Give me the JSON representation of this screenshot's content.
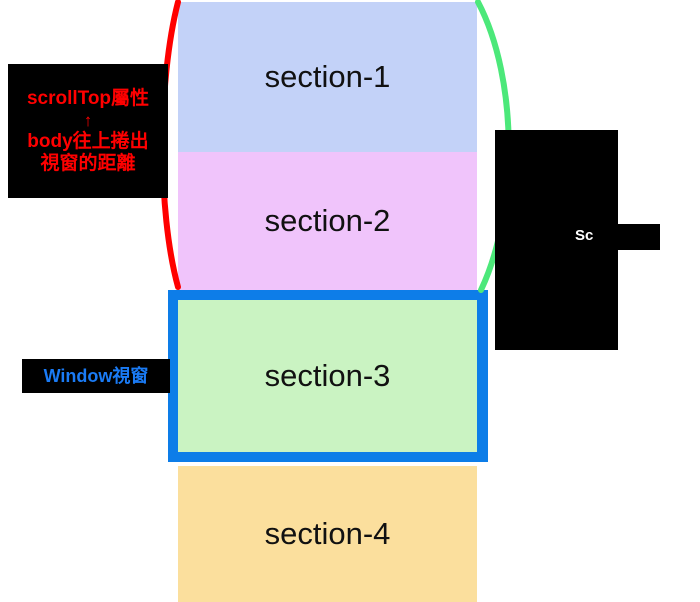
{
  "diagram": {
    "title": "scrollTop / Window viewport illustration",
    "sections": [
      {
        "id": "section-1",
        "label": "section-1",
        "color": "#c3d2f8"
      },
      {
        "id": "section-2",
        "label": "section-2",
        "color": "#f0c4fb"
      },
      {
        "id": "section-3",
        "label": "section-3",
        "color": "#caf3c2",
        "border_color": "#0d7de8"
      },
      {
        "id": "section-4",
        "label": "section-4",
        "color": "#fbdf9d"
      }
    ],
    "annotations": {
      "scroll_top": {
        "heading": "scrollTop屬性",
        "arrow": "↑",
        "body_line_1": "body往上捲出",
        "body_line_2": "視窗的距離",
        "text_color": "#ff0000",
        "background": "#000000"
      },
      "window": {
        "label": "Window視窗",
        "text_color": "#1a7bf5",
        "background": "#000000"
      },
      "right_box": {
        "label": "Sc",
        "text_color": "#ffffff",
        "background": "#000000"
      }
    },
    "braces": {
      "left_color": "#ff0000",
      "right_color": "#4ce87a"
    }
  }
}
